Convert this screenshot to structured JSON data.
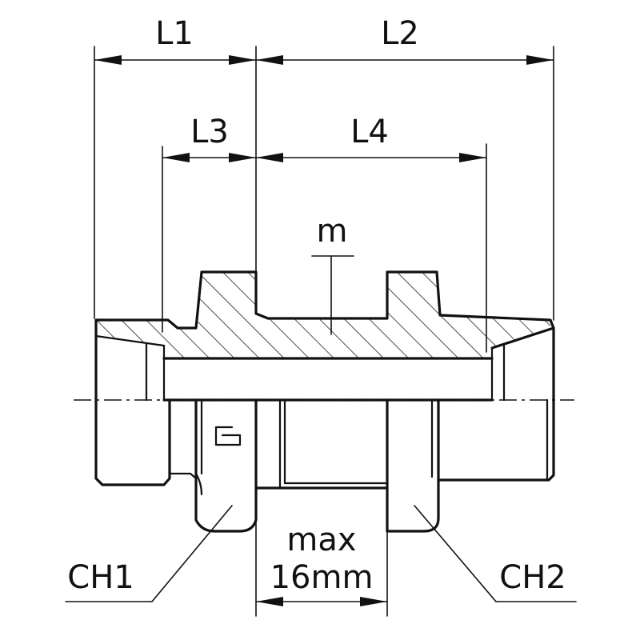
{
  "labels": {
    "L1": "L1",
    "L2": "L2",
    "L3": "L3",
    "L4": "L4",
    "m": "m",
    "CH1": "CH1",
    "CH2": "CH2",
    "max_line1": "max",
    "max_line2": "16mm"
  },
  "colors": {
    "line": "#111111",
    "background": "#ffffff"
  }
}
